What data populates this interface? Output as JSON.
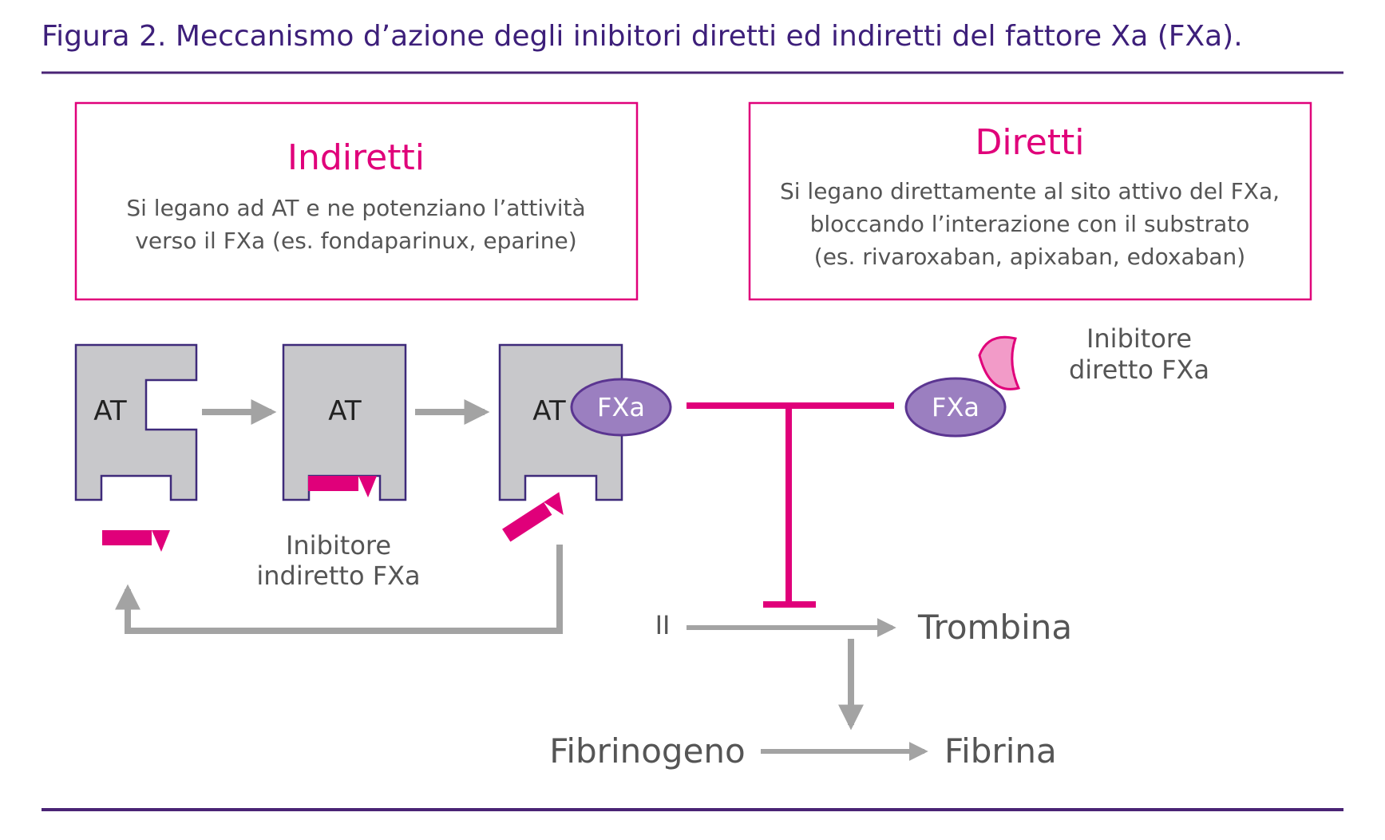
{
  "figure": {
    "title": "Figura 2. Meccanismo d’azione degli inibitori diretti ed indiretti del fattore Xa (FXa)."
  },
  "colors": {
    "purple_text": "#3d1f7a",
    "rule_purple": "#4a2475",
    "magenta": "#e0007a",
    "magenta_light": "#f29bc8",
    "fxa_fill": "#9b7fc0",
    "fxa_stroke": "#5b3591",
    "at_fill": "#c8c8cb",
    "at_stroke": "#3e2a7a",
    "arrow_gray": "#a3a3a3",
    "text_gray": "#555555"
  },
  "indiretti": {
    "heading": "Indiretti",
    "lines": [
      "Si legano ad AT e ne potenziano l’attività",
      "verso il FXa (es. fondaparinux, eparine)"
    ]
  },
  "diretti": {
    "heading": "Diretti",
    "lines": [
      "Si legano direttamente al sito attivo del FXa,",
      "bloccando l’interazione con il substrato",
      "(es. rivaroxaban, apixaban, edoxaban)"
    ]
  },
  "nodes": {
    "at": "AT",
    "fxa": "FXa",
    "indirect_inhibitor": [
      "Inibitore",
      "indiretto FXa"
    ],
    "direct_inhibitor": [
      "Inibitore",
      "diretto FXa"
    ],
    "prothrombin": "II",
    "thrombin": "Trombina",
    "fibrinogen": "Fibrinogeno",
    "fibrin": "Fibrina"
  }
}
